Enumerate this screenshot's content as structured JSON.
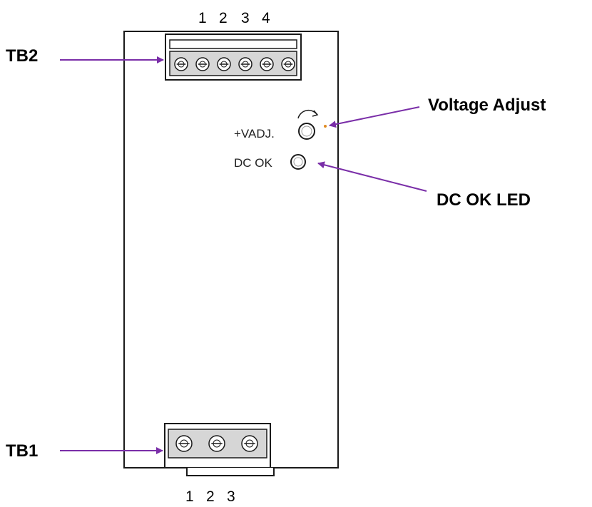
{
  "colors": {
    "arrow": "#7a2ea8",
    "outline": "#1a1a1a",
    "terminal_fill": "#d6d6d6"
  },
  "tb2": {
    "label": "TB2",
    "pin_numbers": [
      "1",
      "2",
      "3",
      "4"
    ],
    "screw_count": 6
  },
  "tb1": {
    "label": "TB1",
    "pin_numbers": [
      "1",
      "2",
      "3"
    ],
    "screw_count": 3
  },
  "panel": {
    "vadj_label": "+VADJ.",
    "dcok_label": "DC OK"
  },
  "callouts": {
    "voltage_adjust": "Voltage Adjust",
    "dc_ok_led": "DC OK LED"
  }
}
